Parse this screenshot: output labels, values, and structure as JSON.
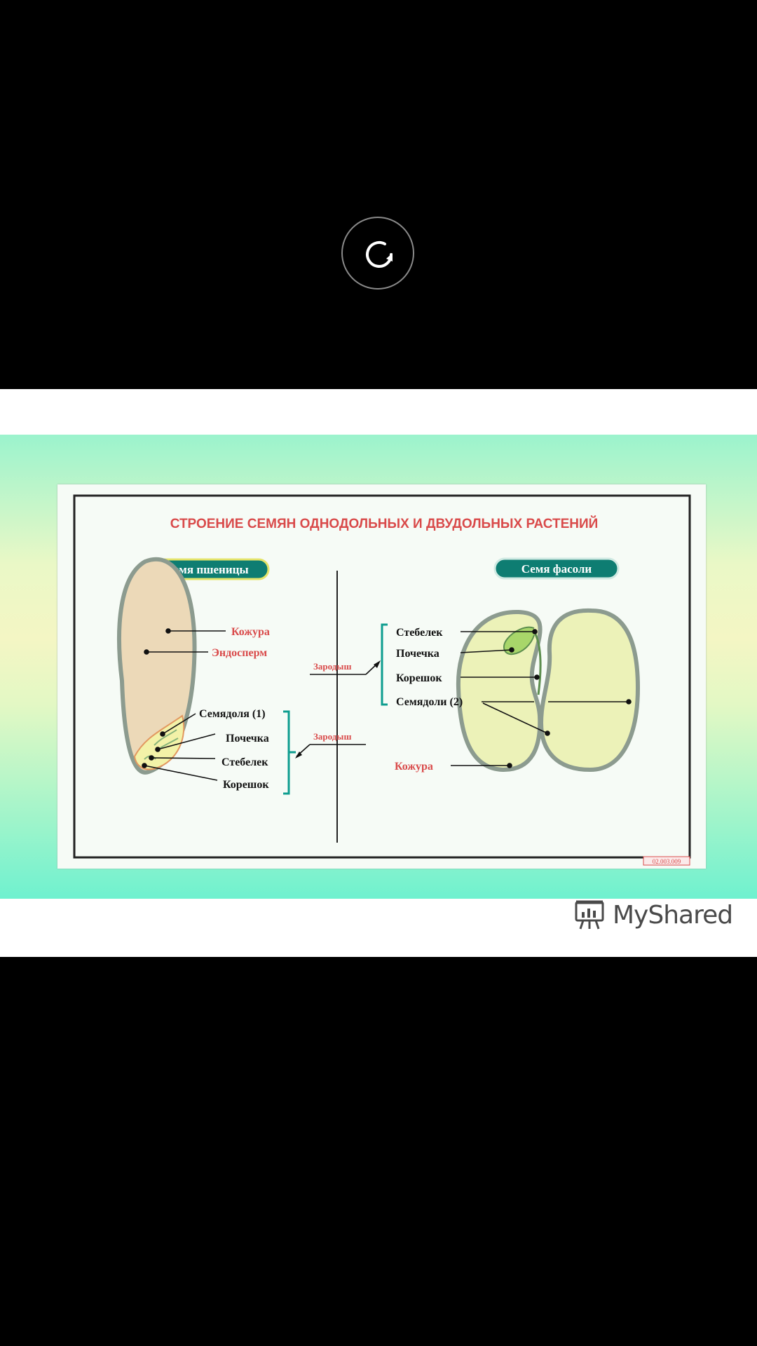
{
  "poster": {
    "title": "СТРОЕНИЕ СЕМЯН ОДНОДОЛЬНЫХ И ДВУДОЛЬНЫХ РАСТЕНИЙ",
    "wheat": {
      "badge": "Семя пшеницы",
      "labels": {
        "husk": "Кожура",
        "endosperm": "Эндосперм",
        "cotyledon": "Семядоля (1)",
        "bud": "Почечка",
        "stem": "Стебелек",
        "root": "Корешок"
      }
    },
    "bean": {
      "badge": "Семя фасоли",
      "labels": {
        "stem": "Стебелек",
        "bud": "Почечка",
        "root": "Корешок",
        "cotyledons": "Семядоли (2)",
        "husk": "Кожура"
      }
    },
    "embryo_label": "Зародыш",
    "catalog_code": "02.003.009"
  },
  "brand": {
    "name": "MyShared"
  },
  "colors": {
    "accent_red": "#d94a4a",
    "badge_teal": "#0e7d72",
    "badge_border": "#e4e46a"
  }
}
